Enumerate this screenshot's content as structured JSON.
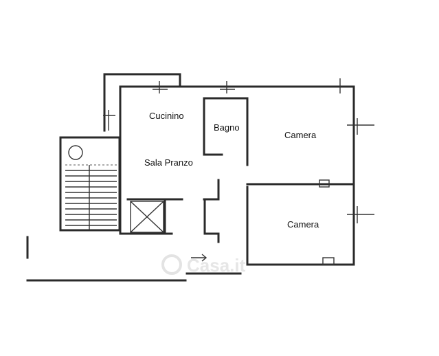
{
  "rooms": [
    {
      "id": "cucinino",
      "label": "Cucinino"
    },
    {
      "id": "bagno",
      "label": "Bagno"
    },
    {
      "id": "camera-1",
      "label": "Camera"
    },
    {
      "id": "sala-pranzo",
      "label": "Sala Pranzo"
    },
    {
      "id": "camera-2",
      "label": "Camera"
    }
  ],
  "watermark": "Casa.it",
  "colors": {
    "wall": "#2a2a2a",
    "background": "#ffffff"
  }
}
